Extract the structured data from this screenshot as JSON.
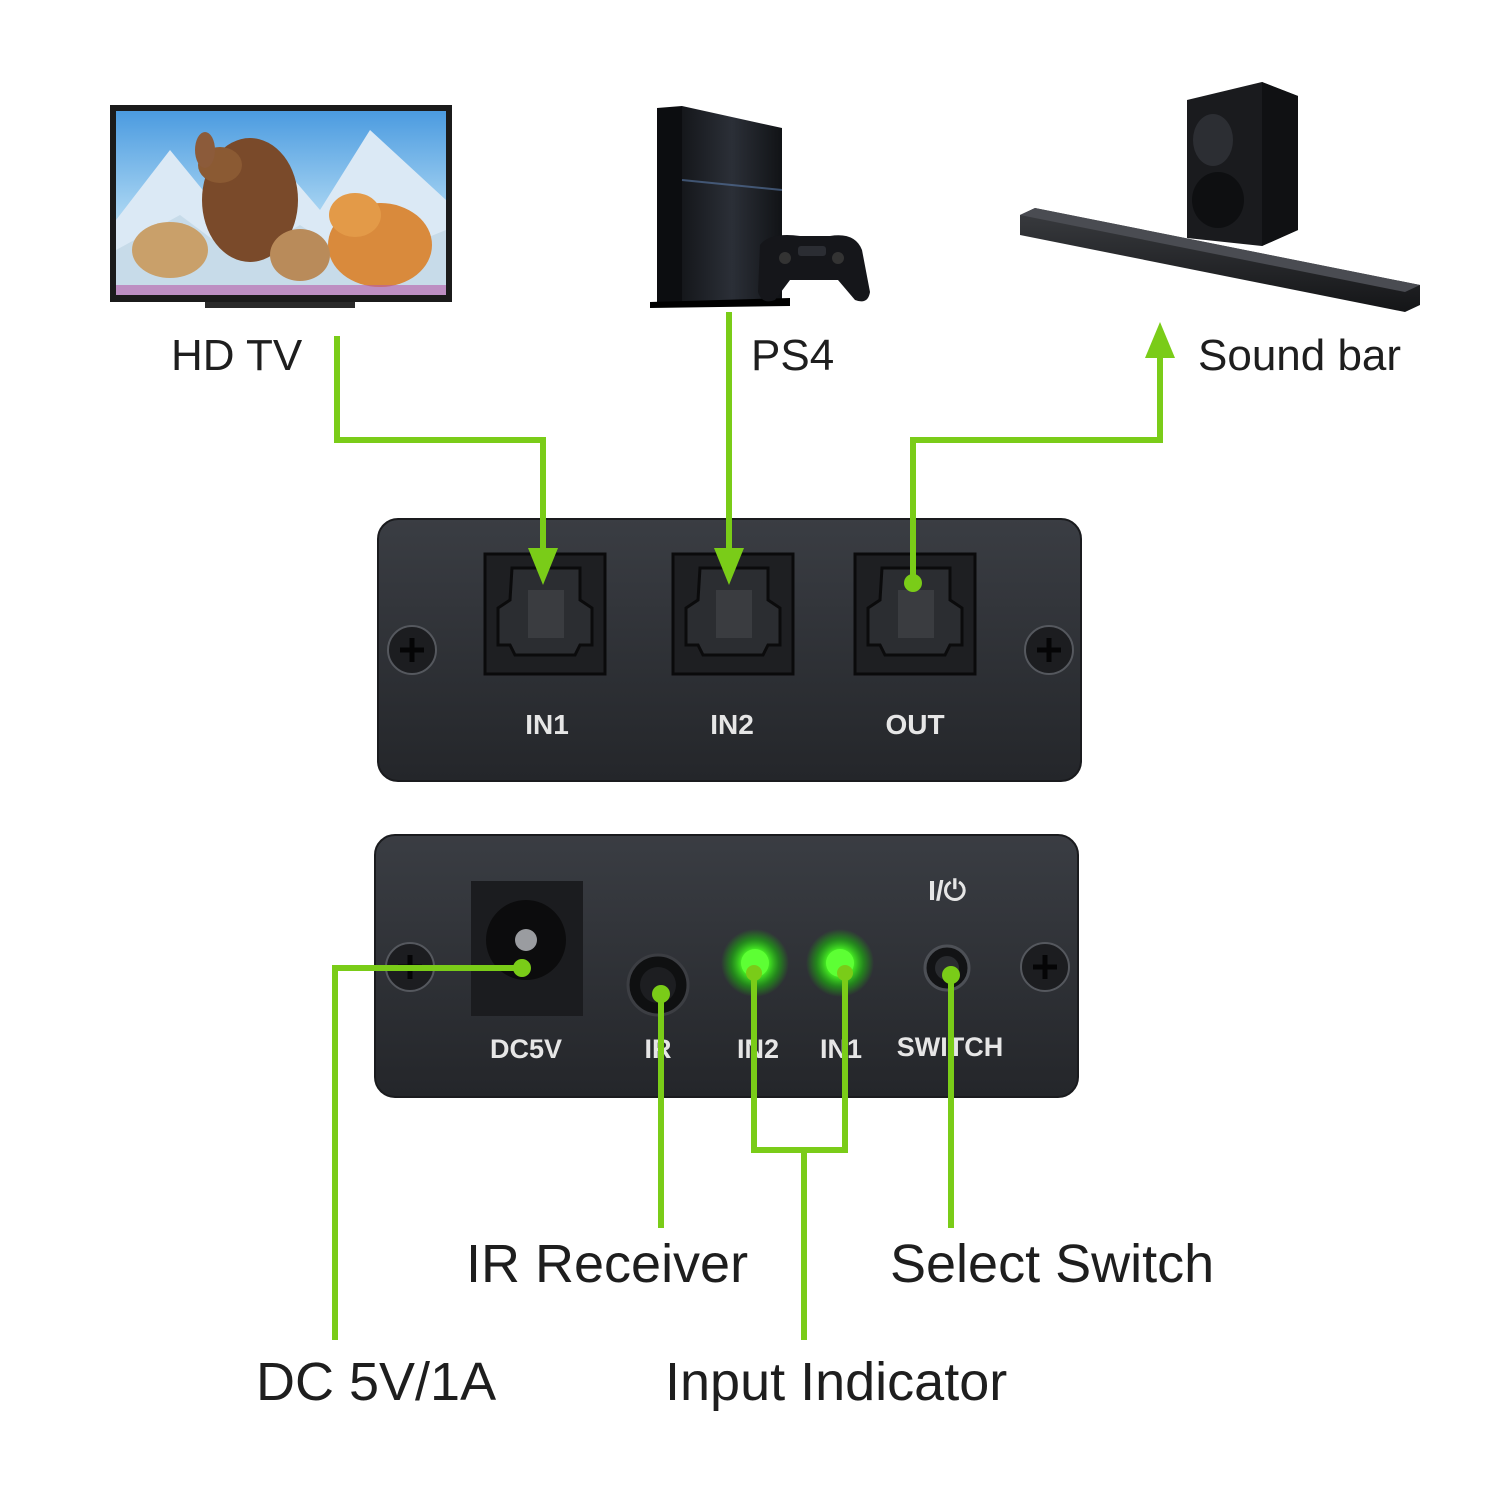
{
  "devices": {
    "tv_label": "HD TV",
    "ps4_label": "PS4",
    "soundbar_label": "Sound bar"
  },
  "panel_top": {
    "ports": [
      "IN1",
      "IN2",
      "OUT"
    ]
  },
  "panel_bottom": {
    "dc_label": "DC5V",
    "ir_label": "IR",
    "led_in2_label": "IN2",
    "led_in1_label": "IN1",
    "switch_label": "SWITCH",
    "power_symbol": "I/⏻"
  },
  "callouts": {
    "ir_receiver": "IR Receiver",
    "select_switch": "Select Switch",
    "dc_power": "DC 5V/1A",
    "input_indicator": "Input Indicator"
  },
  "colors": {
    "wire": "#7acc18",
    "led": "#39ff2a",
    "panel": "#2c2f34"
  }
}
